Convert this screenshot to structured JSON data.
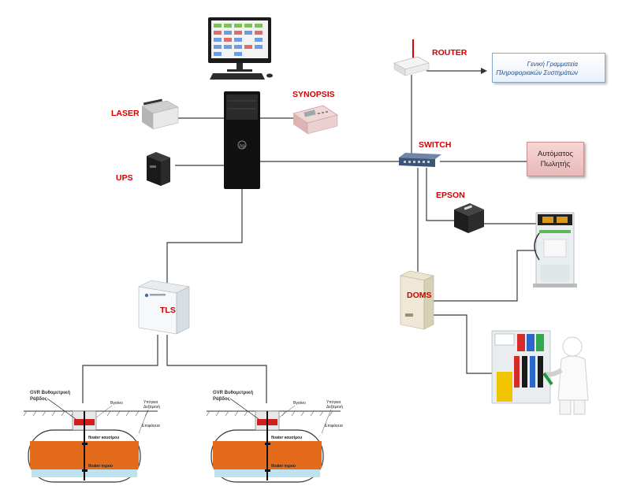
{
  "labels": {
    "laser": "LASER",
    "ups": "UPS",
    "synopsis": "SYNOPSIS",
    "router": "ROUTER",
    "switch": "SWITCH",
    "epson": "EPSON",
    "doms": "DOMS",
    "tls": "TLS"
  },
  "gsis_box": {
    "line1": "Γενική Γραμματεία",
    "line2": "Πληροφοριακών Συστημάτων"
  },
  "auto_seller": {
    "line1": "Αυτόματος",
    "line2": "Πωλητής"
  },
  "tank_left": {
    "probe_label_1": "GVR Βυθομετρική",
    "probe_label_2": "Ράβδος",
    "float_fuel": "floater καυσίμου",
    "float_water": "floater νερού",
    "top_note": "Βγαίνει",
    "side_note_1": "Υπόγεια",
    "side_note_2": "Δεξαμενή",
    "side_note_3": "Επιφάνεια"
  },
  "tank_right": {
    "probe_label_1": "GVR Βυθομετρική",
    "probe_label_2": "Ράβδος",
    "float_fuel": "floater καυσίμου",
    "float_water": "floater νερού",
    "top_note": "Βγαίνει",
    "side_note_1": "Υπόγεια",
    "side_note_2": "Δεξαμενή",
    "side_note_3": "Επιφάνεια"
  },
  "colors": {
    "label_red": "#d40000",
    "fuel": "#e46a1c",
    "water": "#bfe3ee",
    "line": "#333333"
  }
}
